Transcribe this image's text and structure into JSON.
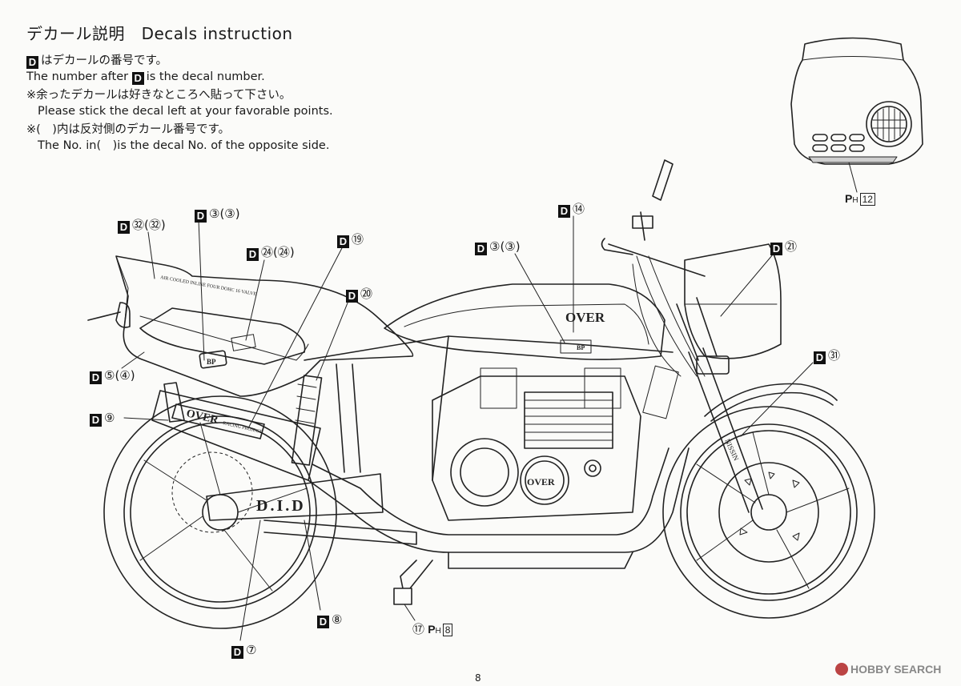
{
  "header": {
    "title_jp": "デカール説明",
    "title_en": "Decals instruction"
  },
  "intro": {
    "marker": "D",
    "line1_jp": "はデカールの番号です。",
    "line2_before": "The number after",
    "line2_after": "is the decal number.",
    "line3_jp": "※余ったデカールは好きなところへ貼って下さい。",
    "line4_en": "Please stick the decal left at your favorable points.",
    "line5_jp": "※(　)内は反対側のデカール番号です。",
    "line6_en": "The No. in(　)is the decal No. of the opposite side."
  },
  "callouts": {
    "c32": "㉜(㉜)",
    "c3a": "③(③)",
    "c24": "㉔(㉔)",
    "c19": "⑲",
    "c20": "⑳",
    "c3b": "③(③)",
    "c14": "⑭",
    "c21": "㉑",
    "c31": "㉛",
    "c5": "⑤(④)",
    "c9": "⑨",
    "c8": "⑧",
    "c7": "⑦"
  },
  "parts": {
    "ph12": {
      "p": "P",
      "h": "H",
      "num": "12"
    },
    "ph8": {
      "part": "⑰",
      "p": "P",
      "h": "H",
      "num": "8"
    }
  },
  "decal_text": {
    "over_tank": "OVER",
    "over_engine": "OVER",
    "over_muffler": "OVER",
    "racing_project": "RACING PROJECT",
    "did": "D.I.D",
    "bp": "BP",
    "nissin": "NISSIN",
    "side_cover": "AIR COOLED INLINE FOUR DOHC 16 VALVE"
  },
  "footer": {
    "page_number": "8",
    "watermark": "HOBBY SEARCH"
  }
}
